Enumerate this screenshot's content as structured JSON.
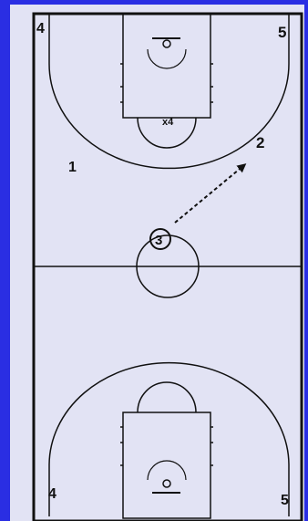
{
  "diagram": {
    "colors": {
      "background": "#2a2ee3",
      "court": "#e2e3f4",
      "lines": "#111111"
    },
    "players": {
      "p4_top": "4",
      "p5_top": "5",
      "p1": "1",
      "p2": "2",
      "p3": "3",
      "p4_bottom": "4",
      "p5_bottom": "5"
    },
    "defender_label": "x4",
    "pass": {
      "from": "3",
      "to": "2",
      "style": "dashed-arrow"
    }
  }
}
